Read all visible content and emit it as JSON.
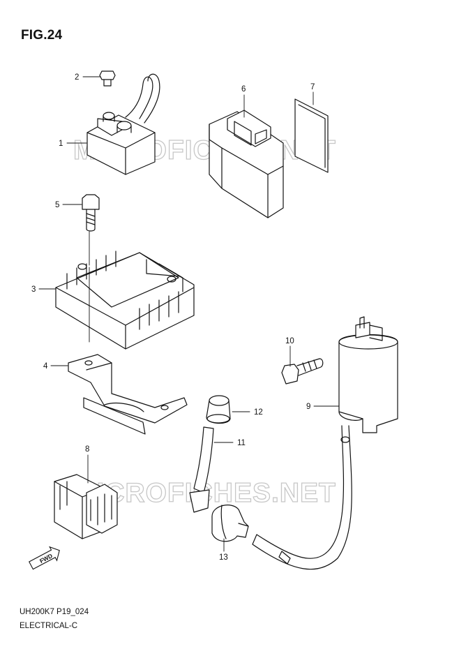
{
  "figure": {
    "title": "FIG.24"
  },
  "footer": {
    "code": "UH200K7 P19_024",
    "section": "ELECTRICAL-C"
  },
  "watermark": {
    "text": "MICROFICHES.NET"
  },
  "direction_marker": {
    "label": "FWD"
  },
  "callouts": {
    "c1": "1",
    "c2": "2",
    "c3": "3",
    "c4": "4",
    "c5": "5",
    "c6": "6",
    "c7": "7",
    "c8": "8",
    "c9": "9",
    "c10": "10",
    "c11": "11",
    "c12": "12",
    "c13": "13"
  },
  "colors": {
    "line": "#111111",
    "watermark": "#c7c7c7",
    "background": "#ffffff"
  }
}
